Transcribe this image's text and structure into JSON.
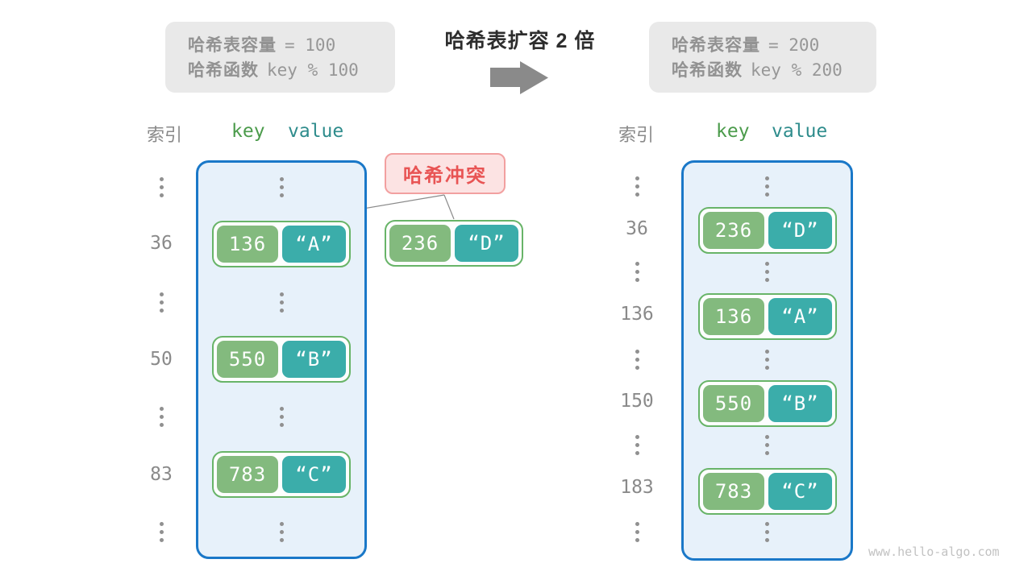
{
  "boxes": {
    "before": {
      "line1_label": "哈希表容量",
      "line1_value": "= 100",
      "line2_label": "哈希函数",
      "line2_value": "key % 100"
    },
    "after": {
      "line1_label": "哈希表容量",
      "line1_value": "= 200",
      "line2_label": "哈希函数",
      "line2_value": "key % 200"
    }
  },
  "transition": {
    "title": "哈希表扩容 2 倍"
  },
  "collision": {
    "badge_label": "哈希冲突",
    "pair": {
      "key": "236",
      "value": "“D”"
    }
  },
  "left_table": {
    "headers": {
      "index": "索引",
      "key": "key",
      "value": "value"
    },
    "pairs": [
      {
        "index": "36",
        "key": "136",
        "value": "“A”"
      },
      {
        "index": "50",
        "key": "550",
        "value": "“B”"
      },
      {
        "index": "83",
        "key": "783",
        "value": "“C”"
      }
    ]
  },
  "right_table": {
    "headers": {
      "index": "索引",
      "key": "key",
      "value": "value"
    },
    "pairs": [
      {
        "index": "36",
        "key": "236",
        "value": "“D”"
      },
      {
        "index": "136",
        "key": "136",
        "value": "“A”"
      },
      {
        "index": "150",
        "key": "550",
        "value": "“B”"
      },
      {
        "index": "183",
        "key": "783",
        "value": "“C”"
      }
    ]
  },
  "icons": {
    "arrow": "right-block-arrow",
    "ellipsis": "vertical-ellipsis"
  },
  "colors": {
    "container_border": "#1a78c8",
    "container_bg": "#e7f1fa",
    "key_green": "#83ba7e",
    "value_teal": "#3badaa",
    "pair_border": "#68b468",
    "badge_bg": "#fce3e3",
    "badge_border": "#f2a0a0",
    "badge_text": "#e85454",
    "header_key_green": "#4b9b4b",
    "header_value_teal": "#2e8c8c",
    "muted_gray": "#929292",
    "arrow_gray": "#8a8a8a"
  },
  "watermark": "www.hello-algo.com"
}
